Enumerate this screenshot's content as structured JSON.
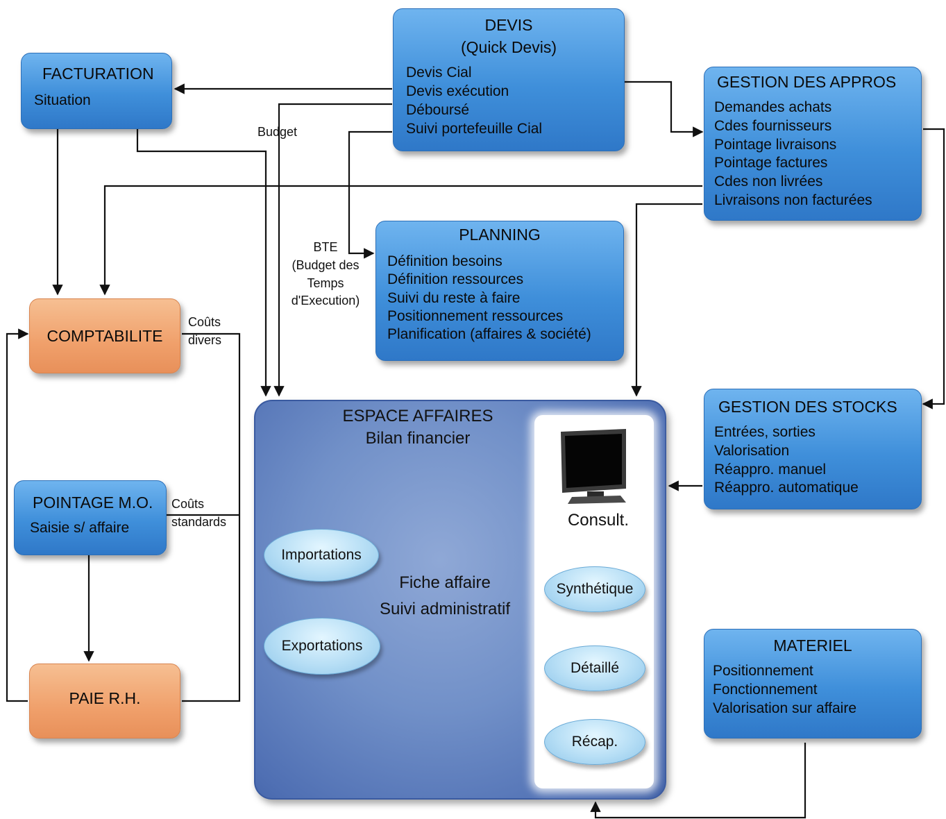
{
  "devis": {
    "title1": "DEVIS",
    "title2": "(Quick Devis)",
    "items": [
      "Devis Cial",
      "Devis exécution",
      "Déboursé",
      "Suivi portefeuille Cial"
    ]
  },
  "facturation": {
    "title": "FACTURATION",
    "sub": "Situation"
  },
  "appros": {
    "title": "GESTION DES APPROS",
    "items": [
      "Demandes achats",
      "Cdes fournisseurs",
      "Pointage livraisons",
      "Pointage factures",
      "Cdes non livrées",
      "Livraisons non facturées"
    ]
  },
  "planning": {
    "title": "PLANNING",
    "items": [
      "Définition besoins",
      "Définition ressources",
      "Suivi du reste à faire",
      "Positionnement ressources",
      "Planification (affaires & société)"
    ]
  },
  "comptabilite": {
    "title": "COMPTABILITE"
  },
  "pointage": {
    "title": "POINTAGE M.O.",
    "sub": "Saisie s/ affaire"
  },
  "paie": {
    "title": "PAIE R.H."
  },
  "stocks": {
    "title": "GESTION DES STOCKS",
    "items": [
      "Entrées, sorties",
      "Valorisation",
      "Réappro. manuel",
      "Réappro. automatique"
    ]
  },
  "materiel": {
    "title": "MATERIEL",
    "items": [
      "Positionnement",
      "Fonctionnement",
      "Valorisation sur affaire"
    ]
  },
  "espace": {
    "title": "ESPACE AFFAIRES",
    "sub": "Bilan financier",
    "center1": "Fiche affaire",
    "center2": "Suivi administratif",
    "importations": "Importations",
    "exportations": "Exportations",
    "consult": "Consult.",
    "synthetique": "Synthétique",
    "detaille": "Détaillé",
    "recap": "Récap."
  },
  "labels": {
    "budget": "Budget",
    "bte": [
      "BTE",
      "(Budget des",
      "Temps",
      "d'Execution)"
    ],
    "couts_divers": [
      "Coûts",
      "divers"
    ],
    "couts_standards": [
      "Coûts",
      "standards"
    ]
  },
  "colors": {
    "box_blue": "#3f8fda",
    "box_orange": "#f0a06b",
    "espace_blue": "#7190c8"
  }
}
